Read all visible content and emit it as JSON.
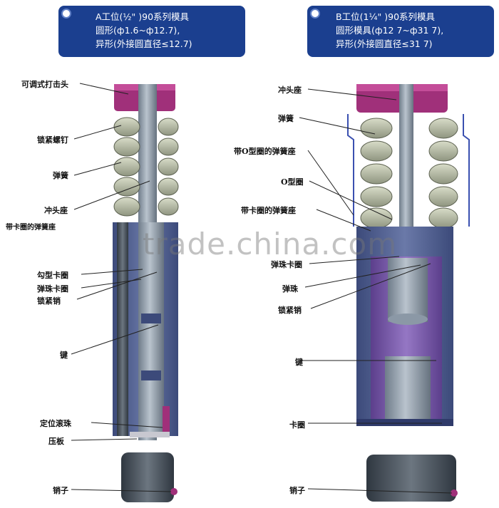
{
  "header_a": {
    "line1": "A工位(½\" )90系列模具",
    "line2": "圆形(ф1.6~ф12.7),",
    "line3": "异形(外接圆直径≤12.7)"
  },
  "header_b": {
    "line1": "B工位(1¼\" )90系列模具",
    "line2": "圆形模具(ф12 7~ф31 7),",
    "line3": "异形(外接圆直径≤31 7)"
  },
  "labels_a": {
    "adjustable_head": "可调式打击头",
    "lock_screw": "锁紧螺钉",
    "spring": "弹簧",
    "punch_seat": "冲头座",
    "seat_cut": "带卡圈的弹簧座",
    "hook_ring": "勾型卡圈",
    "ball_ring": "弹珠卡圈",
    "lock_pin": "锁紧销",
    "key": "键",
    "position_ball": "定位滚珠",
    "press_plate": "压板",
    "pin": "销子"
  },
  "labels_b": {
    "punch_seat": "冲头座",
    "spring": "弹簧",
    "oring_seat": "带O型圈的弹簧座",
    "oring": "O型圈",
    "ring_seat": "带卡圈的弹簧座",
    "ball_ring": "弹珠卡圈",
    "ball": "弹珠",
    "lock_pin": "锁紧销",
    "key": "键",
    "snap_ring": "卡圈",
    "pin": "销子"
  },
  "watermark": "trade.china.com",
  "colors": {
    "header_bg": "#1b3f8f",
    "magenta": "#a0307a",
    "body_blue": "#4a5a8f",
    "shaft": "#8b98a6",
    "spring": "#b8bca8",
    "purple": "#7a5aa8"
  }
}
